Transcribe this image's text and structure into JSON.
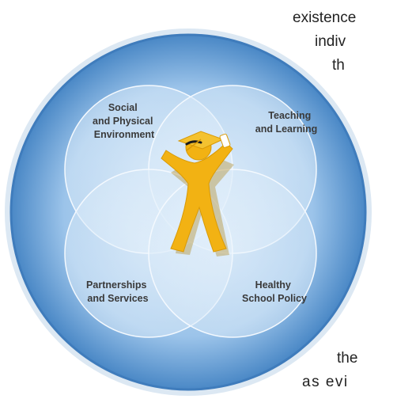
{
  "page_text": {
    "line1": "existence",
    "line2": "indiv",
    "line3": "th",
    "line4": "the",
    "line5": "as evi"
  },
  "diagram": {
    "labels": {
      "social": [
        "Social",
        "and Physical",
        "Environment"
      ],
      "teaching": [
        "Teaching",
        "and Learning"
      ],
      "partnerships": [
        "Partnerships",
        "and Services"
      ],
      "healthy": [
        "Healthy",
        "School Policy"
      ]
    },
    "figure_icon": "graduate-figure-icon",
    "colors": {
      "disc_outer": "#4a88c6",
      "disc_inner": "#9cc4ea",
      "circle_fill": "#d8e9f8",
      "figure": "#f2b213",
      "cap": "#f4c230"
    }
  }
}
